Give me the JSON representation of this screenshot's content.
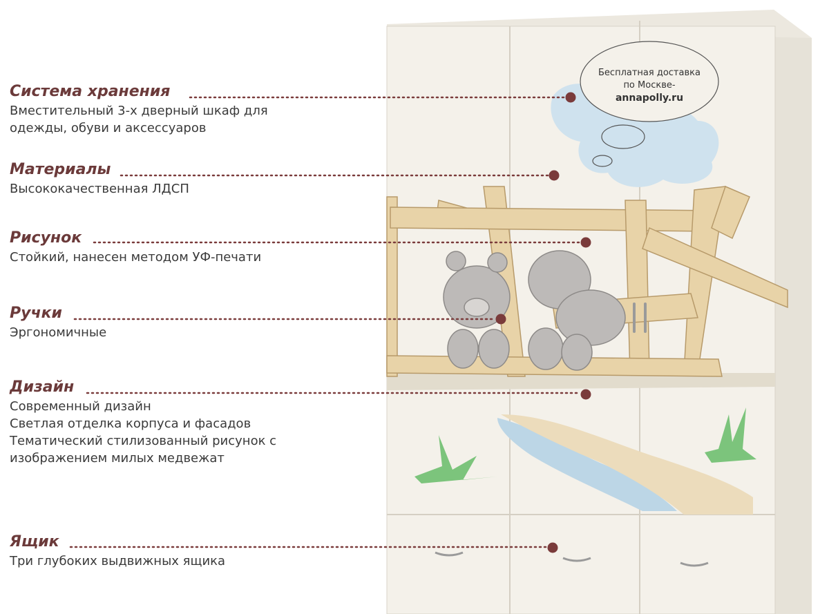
{
  "features": [
    {
      "title": "Система хранения",
      "desc": [
        "Вместительный 3-х дверный шкаф для",
        "одежды, обуви и аксессуаров"
      ]
    },
    {
      "title": "Материалы",
      "desc": [
        "Высококачественная ЛДСП"
      ]
    },
    {
      "title": "Рисунок",
      "desc": [
        "Стойкий, нанесен методом УФ-печати"
      ]
    },
    {
      "title": "Ручки",
      "desc": [
        "Эргономичные"
      ]
    },
    {
      "title": "Дизайн",
      "desc": [
        "Современный дизайн",
        "Светлая отделка корпуса и фасадов",
        "Тематический стилизованный рисунок с",
        "изображением милых медвежат"
      ]
    },
    {
      "title": "Ящик",
      "desc": [
        "Три глубоких выдвижных ящика"
      ]
    }
  ],
  "promo": {
    "line1": "Бесплатная доставка",
    "line2": "по Москве-",
    "site": "annapolly.ru"
  },
  "colors": {
    "title": "#6b3a3a",
    "dot": "#7a3b3b",
    "text": "#3a3a3a",
    "wardrobe": "#f4f1ea",
    "fence": "#e8d3a8",
    "bear": "#b9b6b4",
    "sky": "#cfe2ee",
    "grass": "#7cc47c",
    "river": "#bcd6e6"
  }
}
